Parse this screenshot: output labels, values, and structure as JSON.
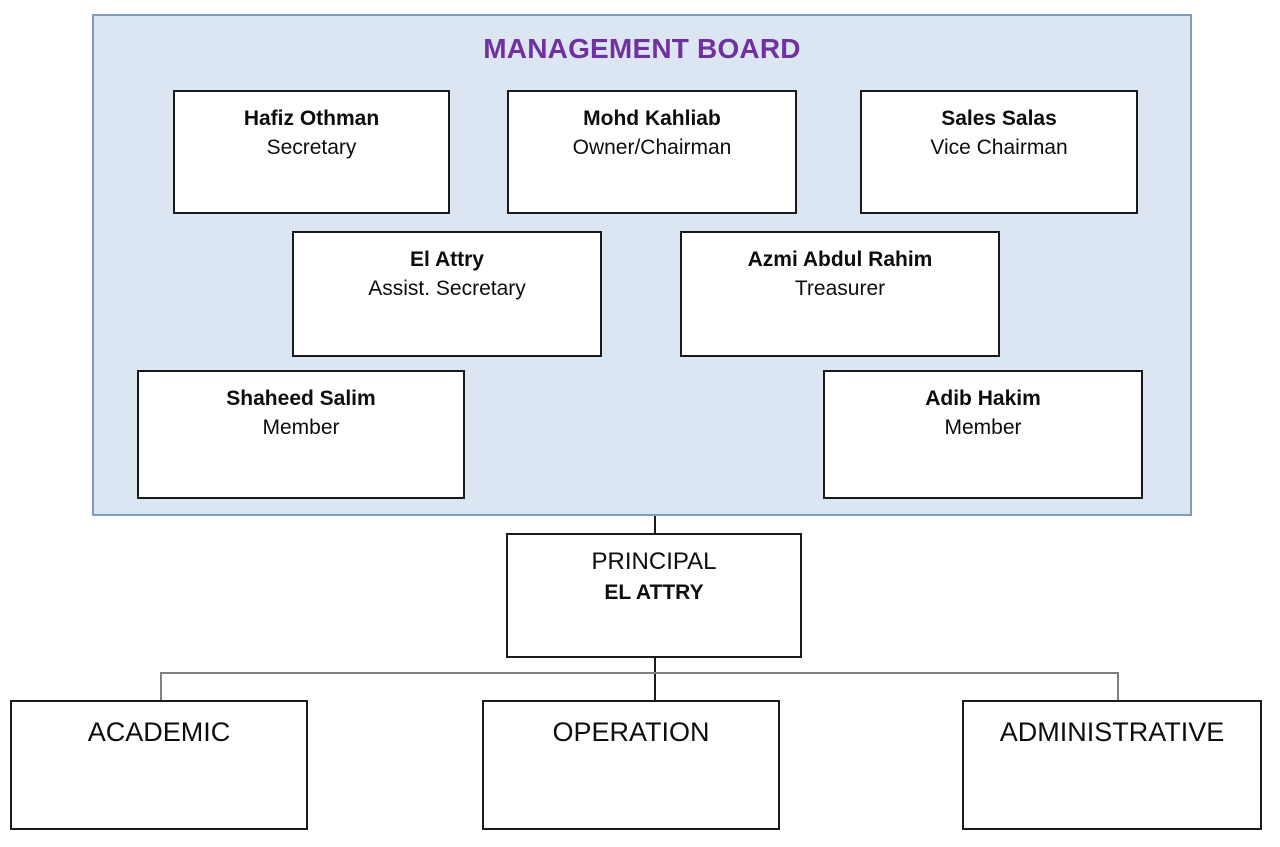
{
  "board": {
    "title": "MANAGEMENT BOARD",
    "title_color": "#7030A0",
    "panel_bg": "#DCE6F2",
    "panel_border": "#7F9DB9",
    "members": [
      {
        "name": "Hafiz Othman",
        "role": "Secretary"
      },
      {
        "name": "Mohd Kahliab",
        "role": "Owner/Chairman"
      },
      {
        "name": "Sales Salas",
        "role": "Vice Chairman"
      },
      {
        "name": "El Attry",
        "role": "Assist. Secretary"
      },
      {
        "name": "Azmi Abdul Rahim",
        "role": "Treasurer"
      },
      {
        "name": "Shaheed Salim",
        "role": "Member"
      },
      {
        "name": "Adib Hakim",
        "role": "Member"
      }
    ]
  },
  "principal": {
    "title": "PRINCIPAL",
    "person": "EL ATTRY"
  },
  "divisions": [
    {
      "label": "ACADEMIC"
    },
    {
      "label": "OPERATION"
    },
    {
      "label": "ADMINISTRATIVE"
    }
  ]
}
